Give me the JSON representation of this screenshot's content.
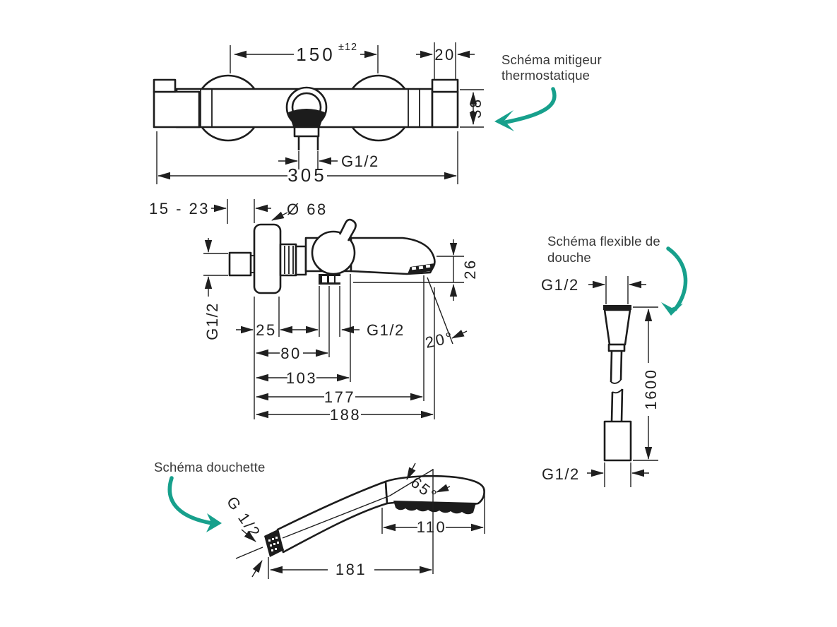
{
  "colors": {
    "accent": "#17a08c",
    "line": "#1c1c1c",
    "text": "#373737"
  },
  "labels": {
    "mixer": {
      "line1": "Schéma mitigeur",
      "line2": "thermostatique"
    },
    "hose": {
      "line1": "Schéma flexible de",
      "line2": "douche"
    },
    "handshower": {
      "line1": "Schéma douchette"
    }
  },
  "mixer_front": {
    "union_spacing": "150",
    "tolerance": "±12",
    "end_offset": "20",
    "body_height": "38",
    "outlet_thread": "G1/2",
    "total_width": "305"
  },
  "mixer_side": {
    "wall_distance": "15 - 23",
    "escutcheon_diameter": "Ø 68",
    "spout_drop": "26",
    "wall_thread": "G1/2",
    "escutcheon_depth": "25",
    "outlet_thread": "G1/2",
    "spout_angle": "20°",
    "depth_to_outlet": "80",
    "depth_to_body": "103",
    "depth_to_spout_axis": "177",
    "total_depth": "188"
  },
  "hose": {
    "top_thread": "G1/2",
    "length": "1600",
    "bottom_thread": "G1/2"
  },
  "handshower": {
    "thread": "G 1/2",
    "head_angle": "65°",
    "head_width": "110",
    "total_length": "181"
  }
}
